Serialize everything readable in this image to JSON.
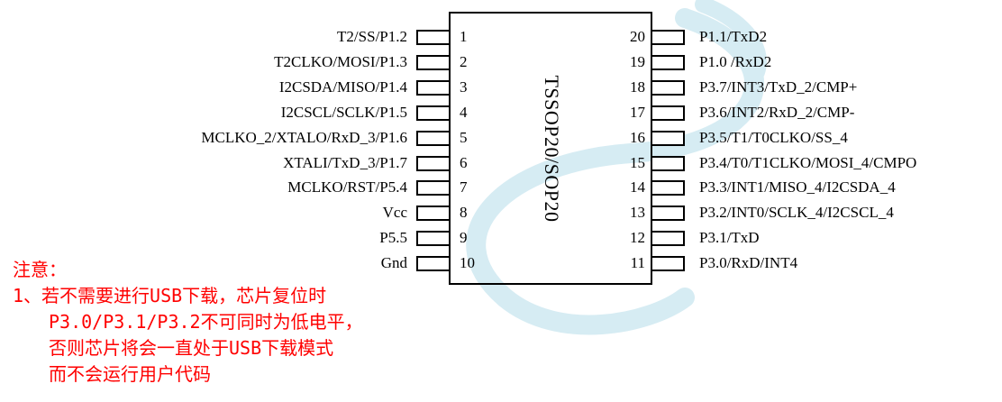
{
  "package": "TSSOP20/SOP20",
  "left_pins": [
    {
      "num": "1",
      "label": "T2/SS/P1.2"
    },
    {
      "num": "2",
      "label": "T2CLKO/MOSI/P1.3"
    },
    {
      "num": "3",
      "label": "I2CSDA/MISO/P1.4"
    },
    {
      "num": "4",
      "label": "I2CSCL/SCLK/P1.5"
    },
    {
      "num": "5",
      "label": "MCLKO_2/XTALO/RxD_3/P1.6"
    },
    {
      "num": "6",
      "label": "XTALI/TxD_3/P1.7"
    },
    {
      "num": "7",
      "label": "MCLKO/RST/P5.4"
    },
    {
      "num": "8",
      "label": "Vcc"
    },
    {
      "num": "9",
      "label": "P5.5"
    },
    {
      "num": "10",
      "label": "Gnd"
    }
  ],
  "right_pins": [
    {
      "num": "20",
      "label": "P1.1/TxD2"
    },
    {
      "num": "19",
      "label": "P1.0 /RxD2"
    },
    {
      "num": "18",
      "label": "P3.7/INT3/TxD_2/CMP+"
    },
    {
      "num": "17",
      "label": "P3.6/INT2/RxD_2/CMP-"
    },
    {
      "num": "16",
      "label": "P3.5/T1/T0CLKO/SS_4"
    },
    {
      "num": "15",
      "label": "P3.4/T0/T1CLKO/MOSI_4/CMPO"
    },
    {
      "num": "14",
      "label": "P3.3/INT1/MISO_4/I2CSDA_4"
    },
    {
      "num": "13",
      "label": "P3.2/INT0/SCLK_4/I2CSCL_4"
    },
    {
      "num": "12",
      "label": "P3.1/TxD"
    },
    {
      "num": "11",
      "label": "P3.0/RxD/INT4"
    }
  ],
  "note": {
    "title": "注意：",
    "lines": [
      "1、若不需要进行USB下载，芯片复位时",
      "P3.0/P3.1/P3.2不可同时为低电平，",
      "否则芯片将会一直处于USB下载模式",
      "而不会运行用户代码"
    ]
  },
  "colors": {
    "note": "#ff0000",
    "watermark": "#d6ecf3"
  }
}
